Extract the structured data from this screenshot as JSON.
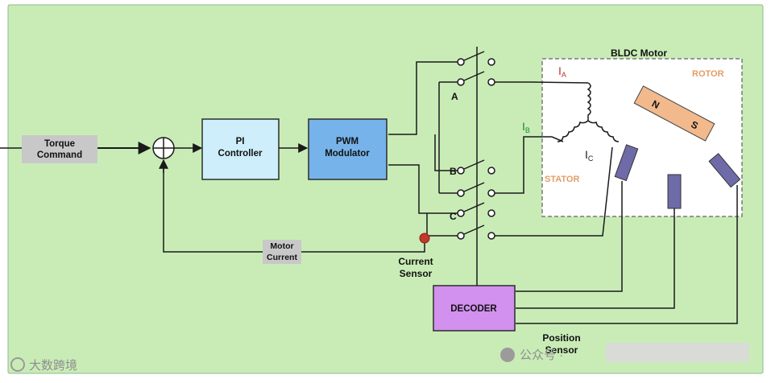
{
  "diagram": {
    "title": "BLDC Motor",
    "blocks": {
      "torque_command": [
        "Torque",
        "Command"
      ],
      "pi_controller": [
        "PI",
        "Controller"
      ],
      "pwm_modulator": [
        "PWM",
        "Modulator"
      ],
      "decoder": "DECODER"
    },
    "labels": {
      "motor_current": [
        "Motor",
        "Current"
      ],
      "current_sensor": [
        "Current",
        "Sensor"
      ],
      "position_sensor": [
        "Position",
        "Sensor"
      ],
      "phase_a": "A",
      "phase_b": "B",
      "phase_c": "C",
      "rotor": "ROTOR",
      "stator": "STATOR",
      "magnet_north": "N",
      "magnet_south": "S",
      "current_a": "I",
      "current_a_sub": "A",
      "current_b": "I",
      "current_b_sub": "B",
      "current_c": "I",
      "current_c_sub": "C"
    },
    "colors": {
      "background": "#c9ecb7",
      "wire": "#1a1a1a",
      "pi_fill": "#cdeefa",
      "pwm_fill": "#76b3ea",
      "decoder_fill": "#d291ee",
      "torque_fill": "#c8c8c8",
      "rotor_text": "#e39d66",
      "rotor_bar": "#f2b98c",
      "sensor_fill": "#6e6ba8",
      "current_label": "#b9352e",
      "current_b_label": "#1e8a2e",
      "sensor_dot": "#c0392b"
    }
  },
  "watermark": {
    "left": "大数跨境",
    "right": "公众号 ·"
  }
}
